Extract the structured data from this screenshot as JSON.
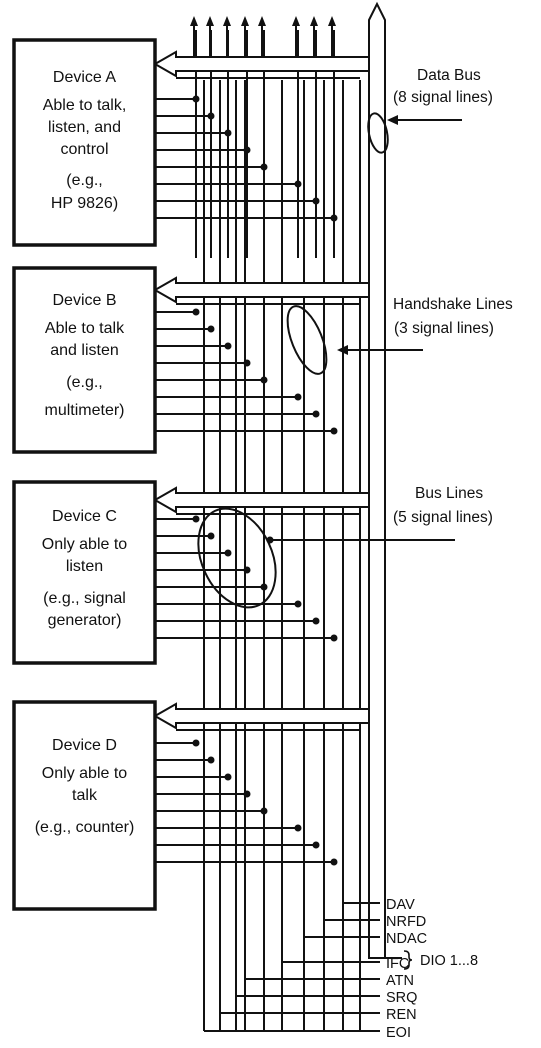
{
  "devices": [
    {
      "name": "Device A",
      "lines": [
        "Able to talk,",
        "listen, and",
        "control",
        "(e.g.,",
        "HP 9826)"
      ]
    },
    {
      "name": "Device B",
      "lines": [
        "Able to talk",
        "and listen",
        "(e.g.,",
        "multimeter)"
      ]
    },
    {
      "name": "Device C",
      "lines": [
        "Only able to",
        "listen",
        "(e.g., signal",
        "generator)"
      ]
    },
    {
      "name": "Device D",
      "lines": [
        "Only able to",
        "talk",
        "(e.g., counter)"
      ]
    }
  ],
  "callouts": {
    "data_bus": {
      "title": "Data Bus",
      "sub": "(8 signal lines)"
    },
    "handshake": {
      "title": "Handshake Lines",
      "sub": "(3 signal lines)"
    },
    "bus_lines": {
      "title": "Bus Lines",
      "sub": "(5 signal lines)"
    }
  },
  "signals": {
    "data_label": "DIO 1...8",
    "handshake": [
      "DAV",
      "NRFD",
      "NDAC"
    ],
    "management": [
      "IFC",
      "ATN",
      "SRQ",
      "REN",
      "EOI"
    ]
  },
  "colors": {
    "ink": "#111111",
    "background": "#ffffff"
  }
}
